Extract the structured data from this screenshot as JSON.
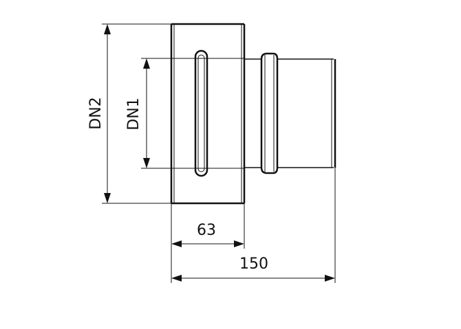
{
  "drawing": {
    "dimensions": {
      "dn2_label": "DN2",
      "dn1_label": "DN1",
      "length_short": "63",
      "length_total": "150"
    },
    "line_color": "#111111",
    "background": "#ffffff"
  }
}
